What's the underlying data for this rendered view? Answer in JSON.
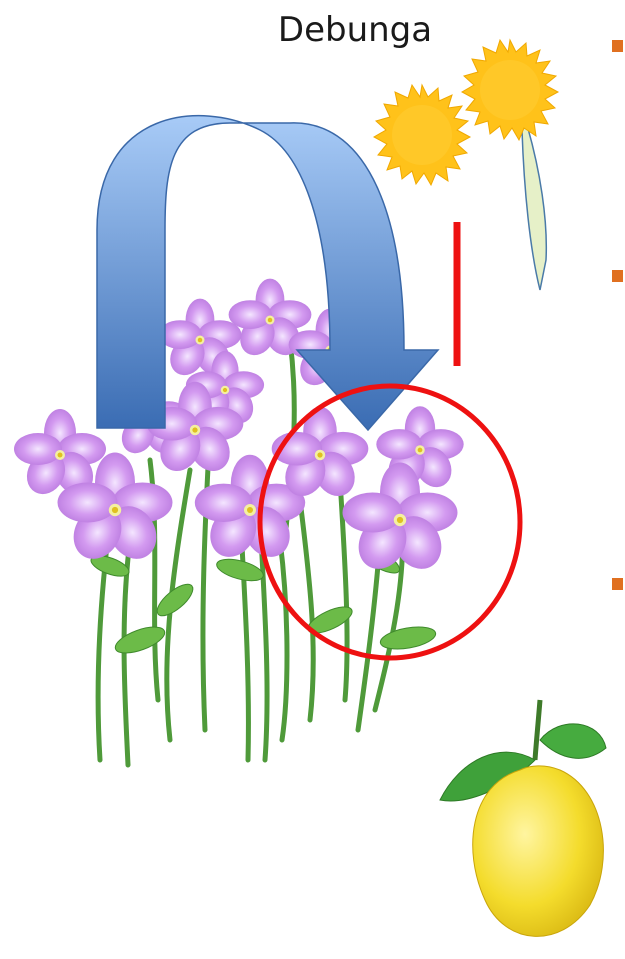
{
  "title": "Debunga",
  "colors": {
    "arrow_light": "#9fc4f5",
    "arrow_dark": "#3f72b8",
    "marker_red": "#ee1111",
    "bullet": "#e07020",
    "sun": "#ffc21a",
    "petal": "#c68ae6",
    "stem": "#4f9a3a",
    "lemon": "#f5dc2a"
  },
  "bullets": [
    {
      "name": "bullet-1"
    },
    {
      "name": "bullet-2"
    },
    {
      "name": "bullet-3"
    }
  ],
  "icons": [
    "sun-flower-icon",
    "curved-arrow-icon",
    "violet-flowers-icon",
    "red-circle-icon",
    "red-line-icon",
    "lemon-icon"
  ]
}
